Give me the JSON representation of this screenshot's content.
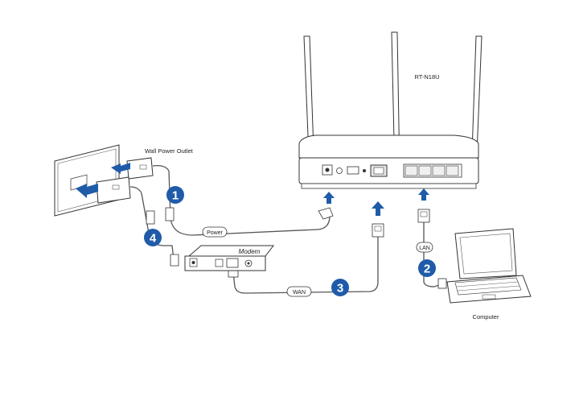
{
  "router": {
    "model": "RT-N18U"
  },
  "outlet": {
    "label": "Wall Power Outlet"
  },
  "modem": {
    "label": "Modem"
  },
  "computer": {
    "label": "Computer"
  },
  "cables": {
    "power": "Power",
    "wan": "WAN",
    "lan": "LAN"
  },
  "steps": [
    "1",
    "2",
    "3",
    "4"
  ],
  "colors": {
    "accent": "#1f5ba8",
    "line": "#555555"
  }
}
